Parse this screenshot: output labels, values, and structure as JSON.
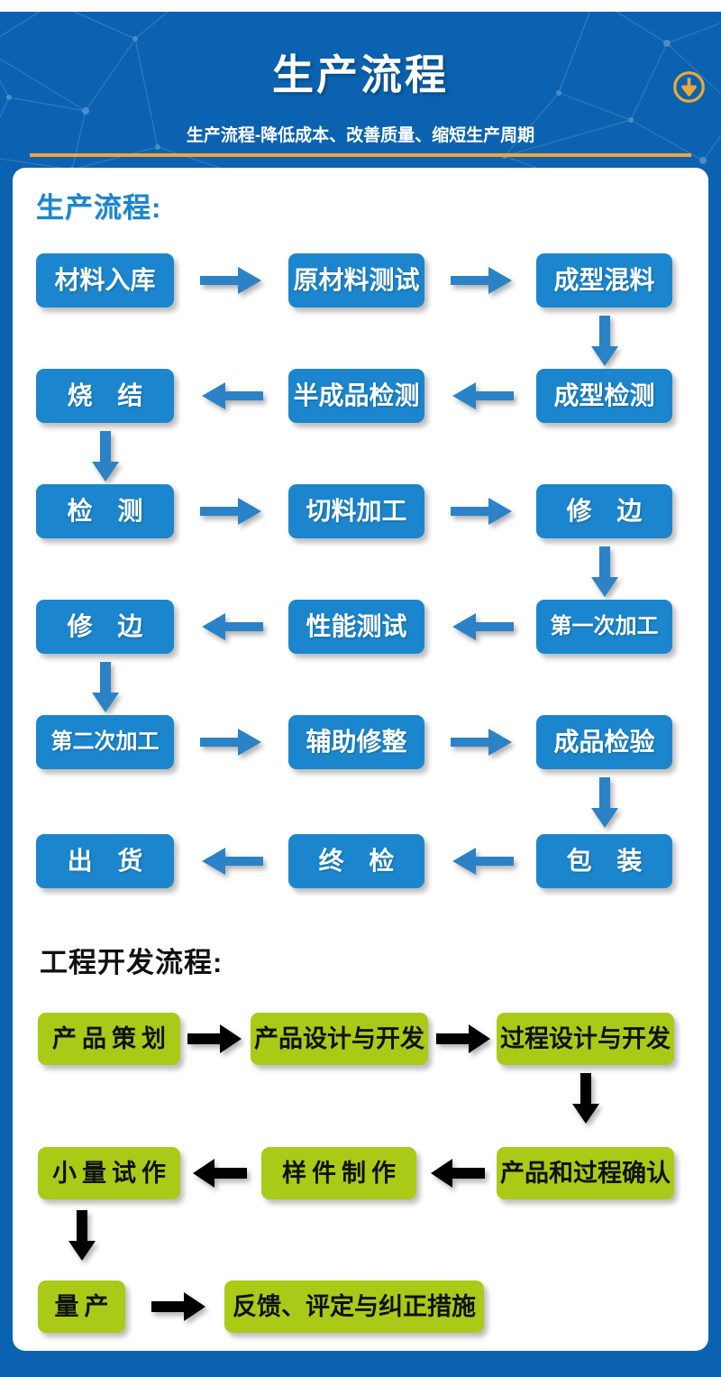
{
  "header": {
    "title": "生产流程",
    "subtitle": "生产流程-降低成本、改善质量、缩短生产周期",
    "icon": "download-circle-icon",
    "bg_color": "#0b62b0",
    "rule_color": "#eda63b",
    "icon_color": "#eda63b"
  },
  "sections": [
    {
      "id": "production",
      "title": "生产流程:",
      "title_color": "#1b86cd",
      "box_color": "#1b86cd",
      "box_text_color": "#ffffff",
      "arrow_color": "#2c82c6",
      "rows": [
        {
          "direction": "right",
          "boxes": [
            "材料入库",
            "原材料测试",
            "成型混料"
          ]
        },
        {
          "direction": "left",
          "boxes": [
            "烧 结",
            "半成品检测",
            "成型检测"
          ]
        },
        {
          "direction": "right",
          "boxes": [
            "检 测",
            "切料加工",
            "修 边"
          ]
        },
        {
          "direction": "left",
          "boxes": [
            "修 边",
            "性能测试",
            "第一次加工"
          ]
        },
        {
          "direction": "right",
          "boxes": [
            "第二次加工",
            "辅助修整",
            "成品检验"
          ]
        },
        {
          "direction": "left",
          "boxes": [
            "出 货",
            "终 检",
            "包 装"
          ]
        }
      ]
    },
    {
      "id": "engineering",
      "title": "工程开发流程:",
      "title_color": "#111111",
      "box_color": "#a9cb17",
      "box_text_color": "#111111",
      "arrow_color": "#000000",
      "rows": [
        {
          "direction": "right",
          "boxes": [
            "产品策划",
            "产品设计与开发",
            "过程设计与开发"
          ]
        },
        {
          "direction": "left",
          "boxes": [
            "小量试作",
            "样件制作",
            "产品和过程确认"
          ]
        },
        {
          "direction": "right",
          "boxes": [
            "量产",
            "反馈、评定与纠正措施"
          ]
        }
      ]
    }
  ],
  "flow_labels": {
    "p_r1_c1": "材料入库",
    "p_r1_c2": "原材料测试",
    "p_r1_c3": "成型混料",
    "p_r2_c1": "烧 结",
    "p_r2_c2": "半成品检测",
    "p_r2_c3": "成型检测",
    "p_r3_c1": "检 测",
    "p_r3_c2": "切料加工",
    "p_r3_c3": "修 边",
    "p_r4_c1": "修 边",
    "p_r4_c2": "性能测试",
    "p_r4_c3": "第一次加工",
    "p_r5_c1": "第二次加工",
    "p_r5_c2": "辅助修整",
    "p_r5_c3": "成品检验",
    "p_r6_c1": "出 货",
    "p_r6_c2": "终 检",
    "p_r6_c3": "包 装",
    "e_r1_c1": "产品策划",
    "e_r1_c2": "产品设计与开发",
    "e_r1_c3": "过程设计与开发",
    "e_r2_c1": "小量试作",
    "e_r2_c2": "样件制作",
    "e_r2_c3": "产品和过程确认",
    "e_r3_c1": "量产",
    "e_r3_c2": "反馈、评定与纠正措施"
  }
}
